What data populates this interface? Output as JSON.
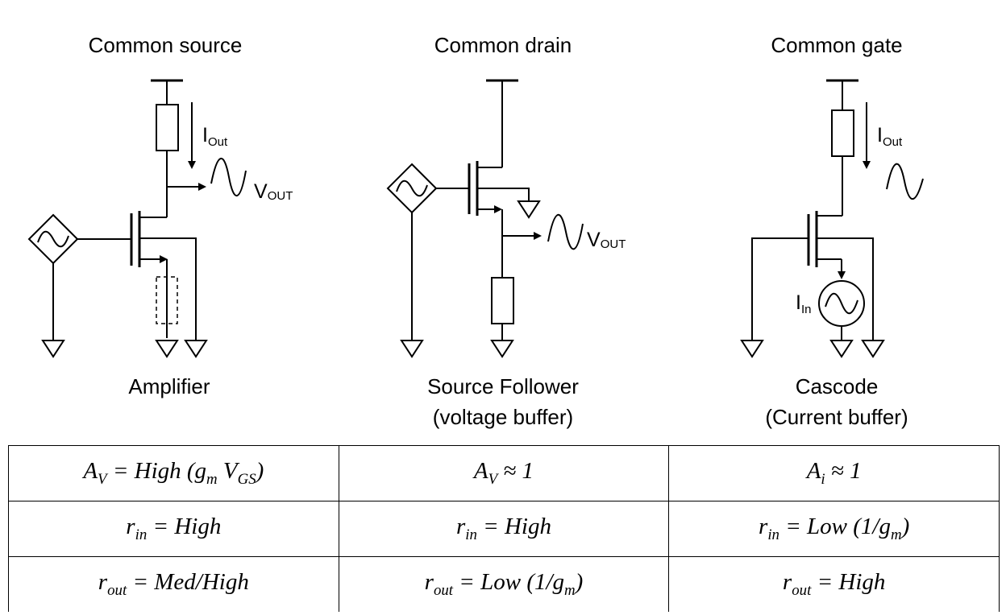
{
  "columns": [
    {
      "title": "Common source",
      "caption_lines": [
        "Amplifier"
      ],
      "output_label": "V",
      "output_sub": "OUT",
      "current_out_label": "I",
      "current_out_sub": "Out"
    },
    {
      "title": "Common drain",
      "caption_lines": [
        "Source Follower",
        "(voltage buffer)"
      ],
      "output_label": "V",
      "output_sub": "OUT"
    },
    {
      "title": "Common gate",
      "caption_lines": [
        "Cascode",
        "(Current buffer)"
      ],
      "current_out_label": "I",
      "current_out_sub": "Out",
      "current_in_label": "I",
      "current_in_sub": "In"
    }
  ],
  "table": {
    "rows": [
      [
        "A_V = High (g_m V_GS)",
        "A_V ≈ 1",
        "A_i ≈ 1"
      ],
      [
        "r_in = High",
        "r_in = High",
        "r_in = Low (1/g_m)"
      ],
      [
        "r_out = Med/High",
        "r_out = Low (1/g_m)",
        "r_out = High"
      ]
    ]
  }
}
